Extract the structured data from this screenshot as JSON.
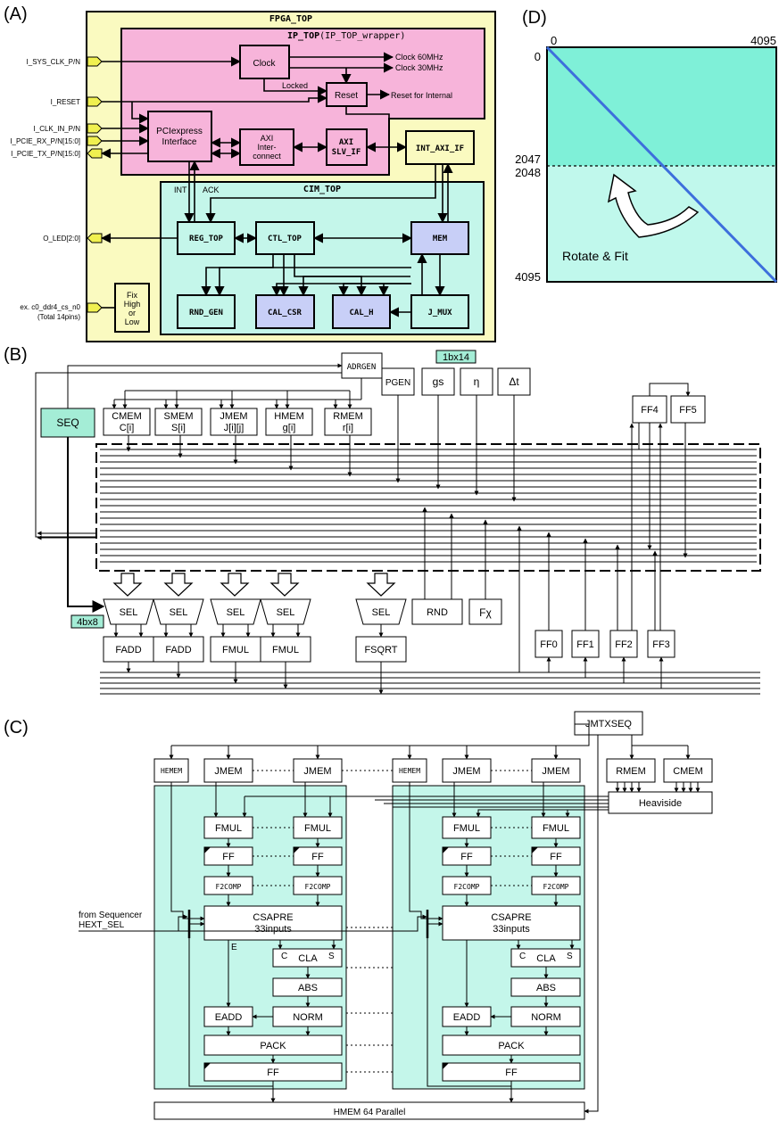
{
  "panels": {
    "a": "(A)",
    "b": "(B)",
    "c": "(C)",
    "d": "(D)"
  },
  "a": {
    "fpga_top": "FPGA_TOP",
    "ip_top_name": "IP_TOP",
    "ip_top_wrapper": "(IP_TOP_wrapper)",
    "clock": "Clock",
    "clock_60": "Clock 60MHz",
    "clock_30": "Clock 30MHz",
    "locked": "Locked",
    "reset": "Reset",
    "reset_internal": "Reset for Internal",
    "pcie_1": "PCIexpress",
    "pcie_2": "Interface",
    "axi_ic_1": "AXI",
    "axi_ic_2": "Inter-",
    "axi_ic_3": "connect",
    "axi_slv_1": "AXI",
    "axi_slv_2": "SLV_IF",
    "int_axi_if": "INT_AXI_IF",
    "cim_top": "CIM_TOP",
    "int": "INT",
    "ack": "ACK",
    "reg_top": "REG_TOP",
    "ctl_top": "CTL_TOP",
    "mem": "MEM",
    "rnd_gen": "RND_GEN",
    "cal_csr": "CAL_CSR",
    "cal_h": "CAL_H",
    "j_mux": "J_MUX",
    "fix_1": "Fix",
    "fix_2": "High",
    "fix_3": "or",
    "fix_4": "Low",
    "pin_sys_clk": "I_SYS_CLK_P/N",
    "pin_reset": "I_RESET",
    "pin_clk_in": "I_CLK_IN_P/N",
    "pin_rx": "I_PCIE_RX_P/N[15:0]",
    "pin_tx": "I_PCIE_TX_P/N[15:0]",
    "pin_led": "O_LED[2:0]",
    "pin_ddr_1": "ex. c0_ddr4_cs_n0",
    "pin_ddr_2": "(Total 14pins)"
  },
  "b": {
    "adrgen": "ADRGEN",
    "badge_1bx14": "1bx14",
    "seq": "SEQ",
    "mems": [
      {
        "name": "CMEM",
        "idx": "C[i]"
      },
      {
        "name": "SMEM",
        "idx": "S[i]"
      },
      {
        "name": "JMEM",
        "idx": "J[i][j]"
      },
      {
        "name": "HMEM",
        "idx": "g[i]"
      },
      {
        "name": "RMEM",
        "idx": "r[i]"
      }
    ],
    "params": [
      "PGEN",
      "gs",
      "η",
      "Δt"
    ],
    "ff4": "FF4",
    "ff5": "FF5",
    "sel": "SEL",
    "badge_4bx8": "4bx8",
    "ops": [
      "FADD",
      "FADD",
      "FMUL",
      "FMUL",
      "FSQRT"
    ],
    "rnd": "RND",
    "fx": "Fχ",
    "ffs": [
      "FF0",
      "FF1",
      "FF2",
      "FF3"
    ]
  },
  "c": {
    "jmtxseq": "JMTXSEQ",
    "hemem": "HEMEM",
    "jmem": "JMEM",
    "rmem": "RMEM",
    "cmem": "CMEM",
    "heaviside": "Heaviside",
    "fmul": "FMUL",
    "ff": "FF",
    "f2comp": "F2COMP",
    "from_seq_1": "from Sequencer",
    "from_seq_2": "HEXT_SEL",
    "csapre_1": "CSAPRE",
    "csapre_2": "33inputs",
    "e": "E",
    "c": "C",
    "cla": "CLA",
    "s": "S",
    "abs": "ABS",
    "eadd": "EADD",
    "norm": "NORM",
    "pack": "PACK",
    "hmem_parallel": "HMEM 64 Parallel"
  },
  "d": {
    "ax_left": "0",
    "ax_right": "4095",
    "row_top": "0",
    "row_2047": "2047",
    "row_2048": "2048",
    "row_bottom": "4095",
    "rotate_fit": "Rotate & Fit"
  },
  "colors": {
    "yellow": "#fafac0",
    "pink": "#f7b4da",
    "mint": "#c4f6ea",
    "lavender": "#c8cff7",
    "seq": "#a4edd6",
    "teal_d": "#7ff0d8",
    "teal_d_light": "#c0f8ec",
    "diag": "#3d6fdc",
    "pin": "#f0f050"
  }
}
